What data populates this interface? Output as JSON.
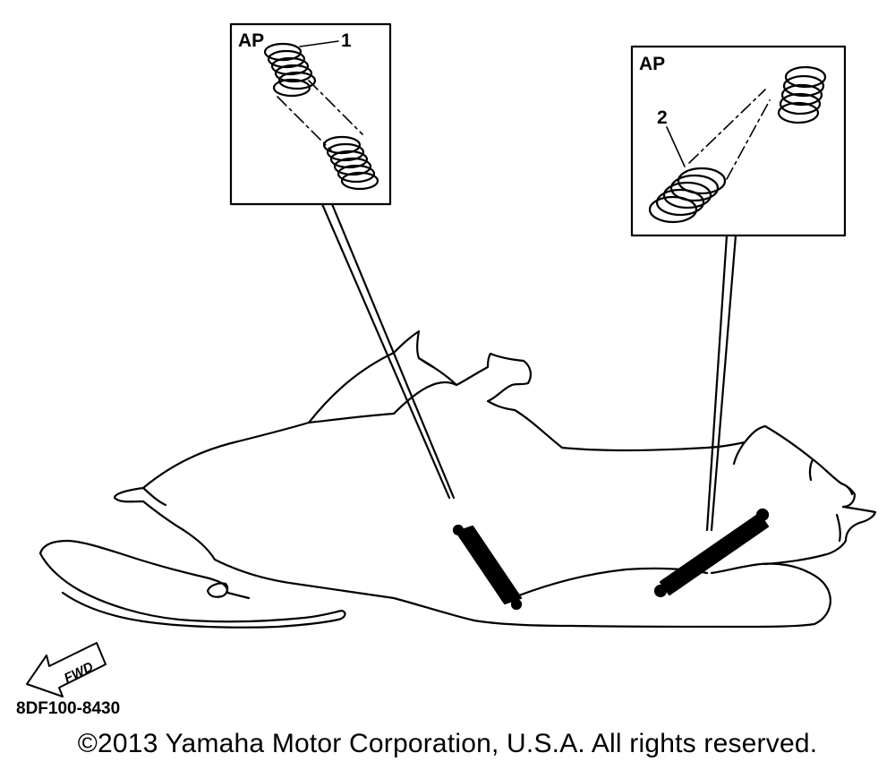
{
  "callouts": [
    {
      "tag": "AP",
      "number": "1"
    },
    {
      "tag": "AP",
      "number": "2"
    }
  ],
  "fwd_label": "FWD",
  "part_number": "8DF100-8430",
  "copyright": "©2013 Yamaha Motor Corporation, U.S.A. All rights reserved."
}
